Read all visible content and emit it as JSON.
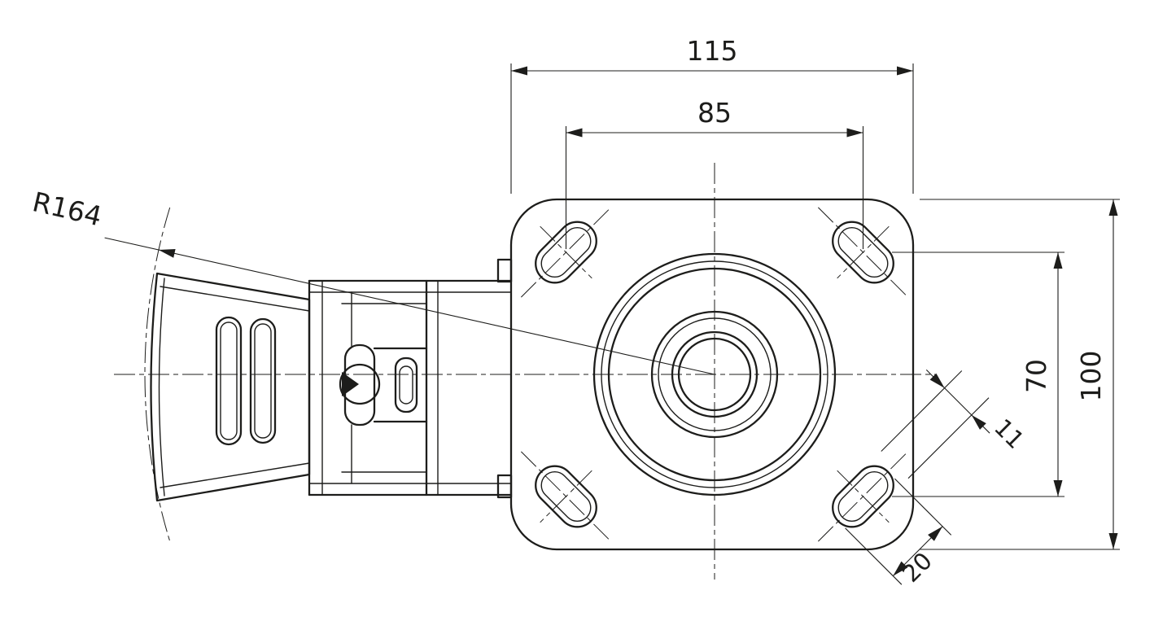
{
  "drawing": {
    "background_color": "#ffffff",
    "line_color": "#1d1d1b",
    "dims": {
      "plate_width": "115",
      "bolt_spacing_width": "85",
      "plate_height": "100",
      "bolt_spacing_height": "70",
      "slot_width": "11",
      "slot_length": "20",
      "swing_radius": "R164"
    }
  }
}
